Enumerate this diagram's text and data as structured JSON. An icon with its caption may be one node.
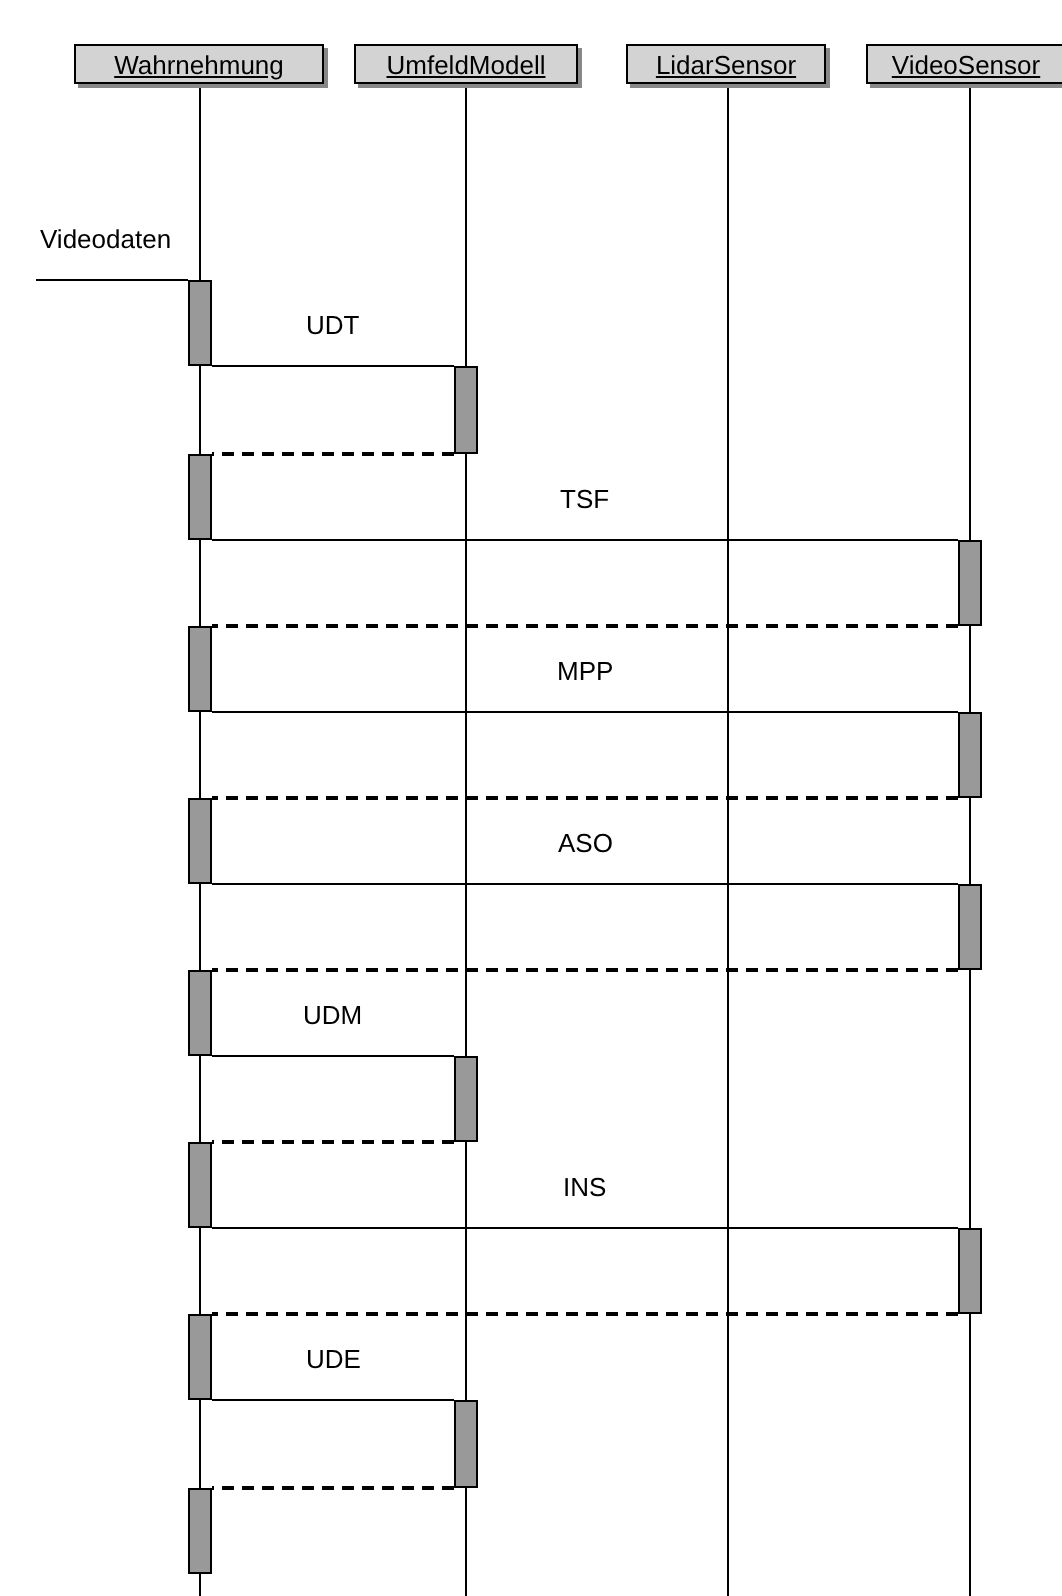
{
  "diagram": {
    "nodes": [
      {
        "text": [
          "Wahrnehmung"
        ]
      },
      {
        "text": [
          "UmfeldModell"
        ]
      },
      {
        "text": [
          "LidarSensor"
        ]
      },
      {
        "text": [
          "VideoSensor"
        ]
      },
      {
        "text": [],
        "shape": "bar"
      },
      {
        "text": [],
        "shape": "bar"
      },
      {
        "text": [],
        "shape": "bar"
      },
      {
        "text": [],
        "shape": "bar"
      },
      {
        "text": [],
        "shape": "bar"
      },
      {
        "text": [],
        "shape": "bar"
      },
      {
        "text": [],
        "shape": "bar"
      },
      {
        "text": [],
        "shape": "bar"
      },
      {
        "text": [],
        "shape": "bar"
      },
      {
        "text": [],
        "shape": "bar"
      },
      {
        "text": [],
        "shape": "bar"
      },
      {
        "text": [],
        "shape": "bar"
      },
      {
        "text": [],
        "shape": "bar"
      },
      {
        "text": [],
        "shape": "bar"
      },
      {
        "text": [],
        "shape": "bar"
      }
    ],
    "edges": [
      {
        "from": null,
        "to": 4,
        "arrow": "none",
        "label": "Videodaten"
      },
      {
        "from": 4,
        "to": 5,
        "arrow": "none",
        "label": "UDT"
      },
      {
        "from": 5,
        "to": 6,
        "arrow": "none",
        "style": "dashed"
      },
      {
        "from": 6,
        "to": 7,
        "arrow": "none",
        "label": "TSF"
      },
      {
        "from": 7,
        "to": 8,
        "arrow": "none",
        "style": "dashed"
      },
      {
        "from": 8,
        "to": 9,
        "arrow": "none",
        "label": "MPP"
      },
      {
        "from": 9,
        "to": 10,
        "arrow": "none",
        "style": "dashed"
      },
      {
        "from": 10,
        "to": 11,
        "arrow": "none",
        "label": "ASO"
      },
      {
        "from": 11,
        "to": 12,
        "arrow": "none",
        "style": "dashed"
      },
      {
        "from": 12,
        "to": 13,
        "arrow": "none",
        "label": "UDM"
      },
      {
        "from": 13,
        "to": 14,
        "arrow": "none",
        "style": "dashed"
      },
      {
        "from": 14,
        "to": 15,
        "arrow": "none",
        "label": "INS"
      },
      {
        "from": 15,
        "to": 16,
        "arrow": "none",
        "style": "dashed"
      },
      {
        "from": 16,
        "to": 17,
        "arrow": "none",
        "label": "UDE"
      },
      {
        "from": 17,
        "to": 18,
        "arrow": "none",
        "style": "dashed"
      }
    ]
  }
}
